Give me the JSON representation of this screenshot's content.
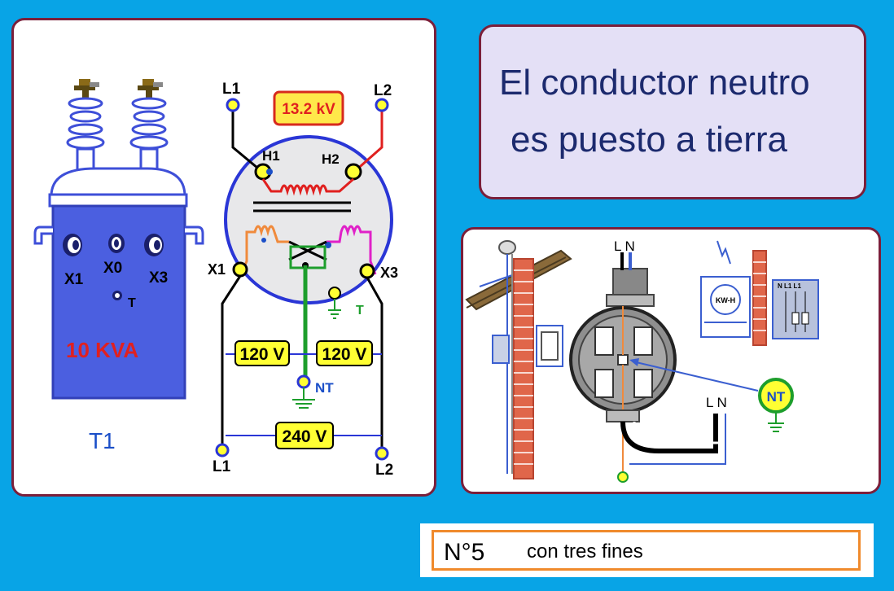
{
  "title": {
    "line1": "El conductor neutro",
    "line2": "es puesto a tierra"
  },
  "transformer": {
    "label_x1": "X1",
    "label_x0": "X0",
    "label_x3": "X3",
    "label_t": "T",
    "rating": "10 KVA",
    "name": "T1"
  },
  "schematic": {
    "primary_voltage": "13.2 kV",
    "l1_top": "L1",
    "l2_top": "L2",
    "h1": "H1",
    "h2": "H2",
    "x1": "X1",
    "x3": "X3",
    "t": "T",
    "v_left": "120 V",
    "v_right": "120 V",
    "nt": "NT",
    "v_total": "240 V",
    "l1_bottom": "L1",
    "l2_bottom": "L2"
  },
  "meter": {
    "ln_top": "L N",
    "ln_bottom": "L N",
    "kwh": "KW-H",
    "panel_labels": "N L1 L1",
    "nt": "NT"
  },
  "footer": {
    "number": "N°5",
    "caption": "con tres fines"
  },
  "colors": {
    "background": "#08a4e6",
    "panel_border": "#7b1f3a",
    "title_text": "#1c2a6e",
    "transformer_body": "#4b5fe0",
    "voltage_box": "#ffff33",
    "primary_box": "#ffe84a",
    "red_text": "#e0201f",
    "neutral_green": "#1d9e2c",
    "footer_border": "#f08a2c"
  }
}
